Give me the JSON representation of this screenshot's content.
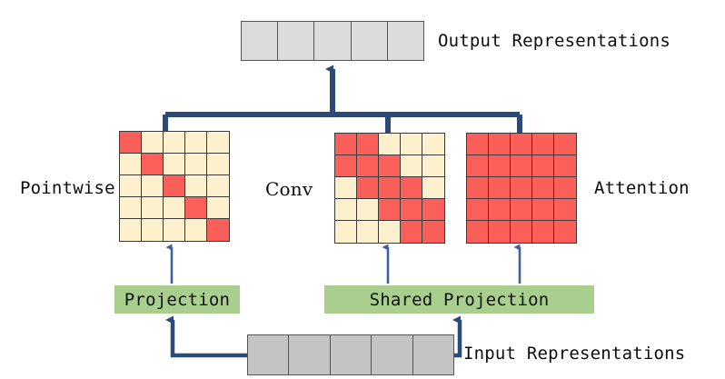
{
  "diagram": {
    "title_hint": "Pointwise / Conv / Attention projection diagram",
    "colors": {
      "wire": "#2c4a77",
      "thin_wire": "#3c63a0",
      "matrix_on": "#fa5f5a",
      "matrix_off": "#fcf0cd",
      "matrix_border": "#3a3a3a",
      "projection_green": "#a9cf8f",
      "output_token": "#dcdcdc",
      "input_token": "#c4c4c4",
      "token_border": "#555555",
      "background": "#ffffff",
      "text": "#0d0d0d"
    }
  },
  "output": {
    "label": "Output Representations",
    "cells": [
      "",
      "",
      "",
      "",
      ""
    ],
    "cell_count": 5
  },
  "input": {
    "label": "Input Representations",
    "cells": [
      "",
      "",
      "",
      "",
      ""
    ],
    "cell_count": 5
  },
  "branches": [
    {
      "name": "pointwise",
      "label": "Pointwise",
      "pattern": "identity",
      "rows": 5,
      "cols": 5,
      "matrix": [
        [
          1,
          0,
          0,
          0,
          0
        ],
        [
          0,
          1,
          0,
          0,
          0
        ],
        [
          0,
          0,
          1,
          0,
          0
        ],
        [
          0,
          0,
          0,
          1,
          0
        ],
        [
          0,
          0,
          0,
          0,
          1
        ]
      ],
      "projection": "Projection"
    },
    {
      "name": "conv",
      "label": "Conv",
      "pattern": "banded",
      "rows": 5,
      "cols": 5,
      "matrix": [
        [
          1,
          1,
          0,
          0,
          0
        ],
        [
          1,
          1,
          1,
          0,
          0
        ],
        [
          0,
          1,
          1,
          1,
          0
        ],
        [
          0,
          0,
          1,
          1,
          1
        ],
        [
          0,
          0,
          0,
          1,
          1
        ]
      ],
      "projection": "Shared Projection"
    },
    {
      "name": "attention",
      "label": "Attention",
      "pattern": "dense",
      "rows": 5,
      "cols": 5,
      "matrix": [
        [
          1,
          1,
          1,
          1,
          1
        ],
        [
          1,
          1,
          1,
          1,
          1
        ],
        [
          1,
          1,
          1,
          1,
          1
        ],
        [
          1,
          1,
          1,
          1,
          1
        ],
        [
          1,
          1,
          1,
          1,
          1
        ]
      ],
      "projection": "Shared Projection"
    }
  ],
  "projections": {
    "left": "Projection",
    "shared": "Shared Projection"
  }
}
